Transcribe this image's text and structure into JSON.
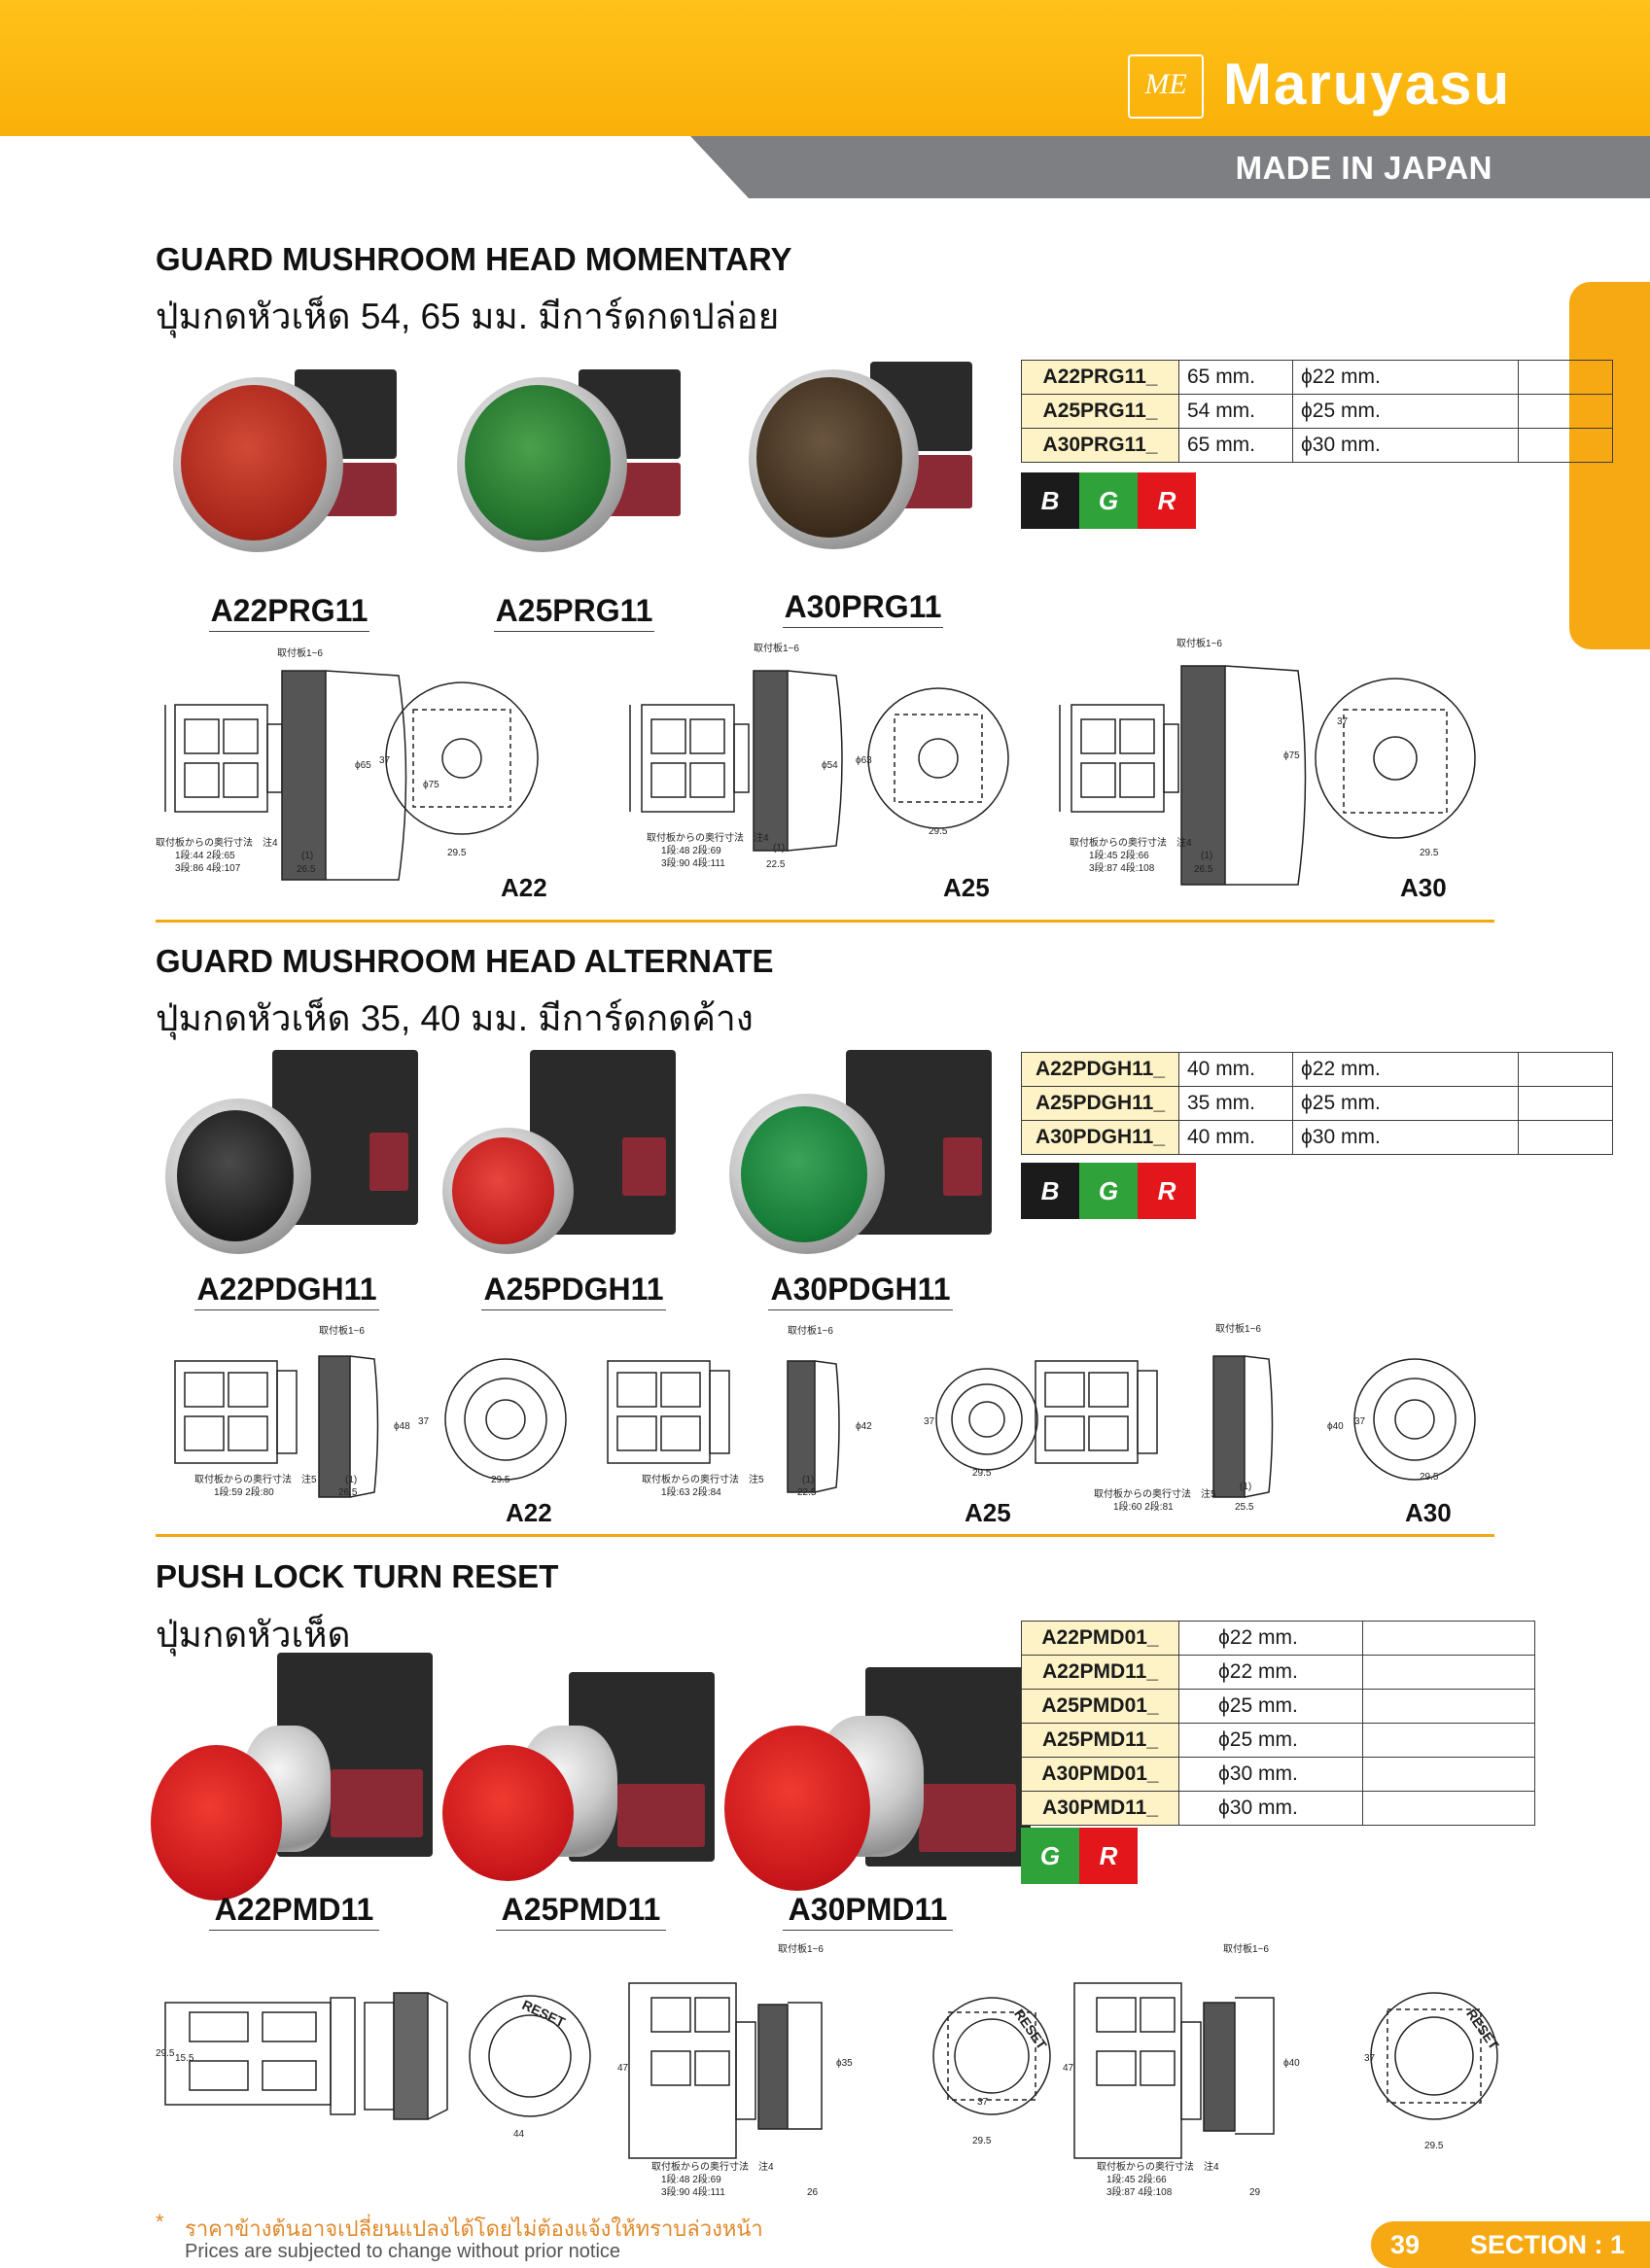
{
  "header": {
    "brand": "Maruyasu",
    "logo_mark": "ME",
    "made_in": "MADE IN JAPAN"
  },
  "sections": [
    {
      "title_en": "GUARD MUSHROOM HEAD MOMENTARY",
      "title_th": "ปุ่มกดหัวเห็ด 54, 65 มม. มีการ์ดกดปล่อย",
      "products": [
        "A22PRG11",
        "A25PRG11",
        "A30PRG11"
      ],
      "specs": [
        {
          "code": "A22PRG11_",
          "size": "65 mm.",
          "dia": "ϕ22 mm."
        },
        {
          "code": "A25PRG11_",
          "size": "54 mm.",
          "dia": "ϕ25 mm."
        },
        {
          "code": "A30PRG11_",
          "size": "65 mm.",
          "dia": "ϕ30 mm."
        }
      ],
      "colors": [
        "B",
        "G",
        "R"
      ],
      "drawing_labels": [
        "A22",
        "A25",
        "A30"
      ]
    },
    {
      "title_en": "GUARD MUSHROOM HEAD ALTERNATE",
      "title_th": "ปุ่มกดหัวเห็ด 35, 40 มม. มีการ์ดกดค้าง",
      "products": [
        "A22PDGH11",
        "A25PDGH11",
        "A30PDGH11"
      ],
      "specs": [
        {
          "code": "A22PDGH11_",
          "size": "40 mm.",
          "dia": "ϕ22 mm."
        },
        {
          "code": "A25PDGH11_",
          "size": "35 mm.",
          "dia": "ϕ25 mm."
        },
        {
          "code": "A30PDGH11_",
          "size": "40 mm.",
          "dia": "ϕ30 mm."
        }
      ],
      "colors": [
        "B",
        "G",
        "R"
      ],
      "drawing_labels": [
        "A22",
        "A25",
        "A30"
      ]
    },
    {
      "title_en": "PUSH LOCK TURN RESET",
      "title_th": "ปุ่มกดหัวเห็ด",
      "products": [
        "A22PMD11",
        "A25PMD11",
        "A30PMD11"
      ],
      "specs": [
        {
          "code": "A22PMD01_",
          "dia": "ϕ22 mm."
        },
        {
          "code": "A22PMD11_",
          "dia": "ϕ22 mm."
        },
        {
          "code": "A25PMD01_",
          "dia": "ϕ25 mm."
        },
        {
          "code": "A25PMD11_",
          "dia": "ϕ25 mm."
        },
        {
          "code": "A30PMD01_",
          "dia": "ϕ30 mm."
        },
        {
          "code": "A30PMD11_",
          "dia": "ϕ30 mm."
        }
      ],
      "colors": [
        "G",
        "R"
      ],
      "cap_text": "RESET"
    }
  ],
  "drawings": {
    "mount_note": "取付板1~6",
    "depth_note": "取付板からの奥行寸法",
    "s1_notes": [
      "1段:44 2段:65",
      "3段:86 4段:107",
      "1段:48 2段:69",
      "3段:90 4段:111",
      "1段:45 2段:66",
      "3段:87 4段:108"
    ],
    "s1_dims": [
      "26.5",
      "22.5",
      "26.5",
      "29.5",
      "37",
      "ϕ75",
      "ϕ65",
      "ϕ63",
      "ϕ54"
    ],
    "s2_notes": [
      "1段:59 2段:80",
      "1段:63 2段:84",
      "1段:60 2段:81"
    ],
    "s2_dims": [
      "26.5",
      "22.5",
      "25.5",
      "29.5",
      "37",
      "ϕ48",
      "ϕ42",
      "ϕ40"
    ],
    "s3_dims": [
      "44",
      "29.5",
      "37",
      "47",
      "ϕ35",
      "ϕ40",
      "26",
      "29",
      "15.5"
    ],
    "note_label": "注4",
    "note_label_2": "注5",
    "paren": "(1)"
  },
  "footer": {
    "star": "*",
    "note_th": "ราคาข้างต้นอาจเปลี่ยนแปลงได้โดยไม่ต้องแจ้งให้ทราบล่วงหน้า",
    "note_en": "Prices are subjected to change without prior notice",
    "page": "39",
    "section": "SECTION : 1"
  },
  "palette": {
    "accent": "#f7a913",
    "header_yellow": "#ffc21a",
    "grey": "#7d7f82",
    "color_B": "#1b1b1b",
    "color_G": "#2fa33a",
    "color_R": "#e3161c"
  }
}
